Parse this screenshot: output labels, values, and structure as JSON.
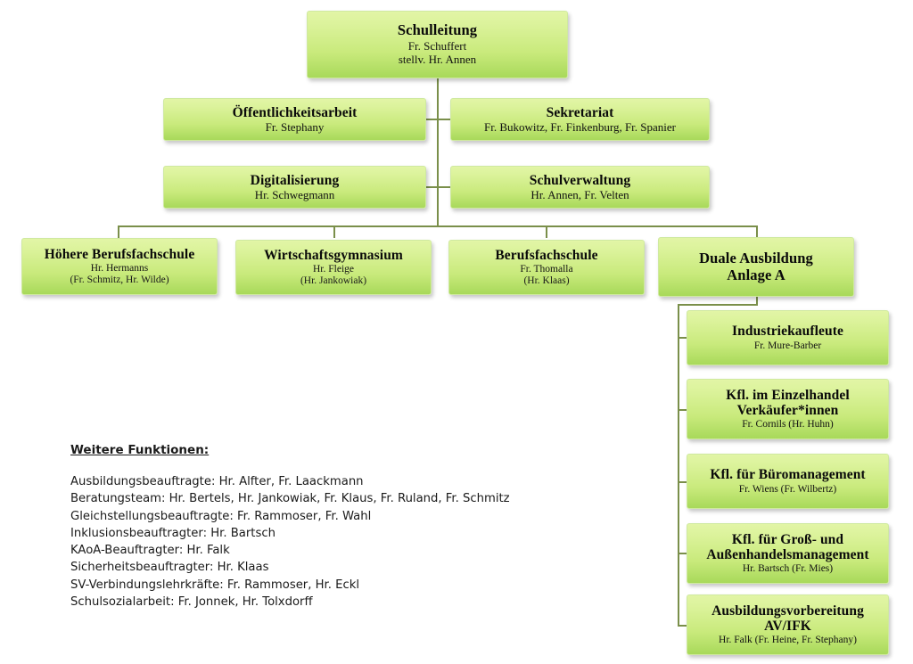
{
  "chart_data": {
    "type": "diagram",
    "title": "Organigramm Schulleitung",
    "accent_color": "#a8d95a",
    "line_color": "#7a8f4a"
  },
  "nodes": {
    "schulleitung": {
      "title": "Schulleitung",
      "sub": "Fr. Schuffert",
      "sub2": "stellv. Hr. Annen"
    },
    "oeffentlichkeitsarbeit": {
      "title": "Öffentlichkeitsarbeit",
      "sub": "Fr. Stephany"
    },
    "sekretariat": {
      "title": "Sekretariat",
      "sub": "Fr. Bukowitz, Fr. Finkenburg, Fr. Spanier"
    },
    "digitalisierung": {
      "title": "Digitalisierung",
      "sub": "Hr. Schwegmann"
    },
    "schulverwaltung": {
      "title": "Schulverwaltung",
      "sub": "Hr. Annen, Fr. Velten"
    },
    "hoehere_berufsfachschule": {
      "title": "Höhere Berufsfachschule",
      "sub": "Hr. Hermanns",
      "sub2": "(Fr. Schmitz, Hr. Wilde)"
    },
    "wirtschaftsgymnasium": {
      "title": "Wirtschaftsgymnasium",
      "sub": "Hr. Fleige",
      "sub2": "(Hr. Jankowiak)"
    },
    "berufsfachschule": {
      "title": "Berufsfachschule",
      "sub": "Fr. Thomalla",
      "sub2": "(Hr. Klaas)"
    },
    "duale_ausbildung": {
      "title": "Duale Ausbildung",
      "title2": "Anlage A"
    },
    "industriekaufleute": {
      "title": "Industriekaufleute",
      "sub": "Fr. Mure-Barber"
    },
    "einzelhandel": {
      "title": "Kfl. im Einzelhandel",
      "title2": "Verkäufer*innen",
      "sub": "Fr. Cornils (Hr. Huhn)"
    },
    "bueromanagement": {
      "title": "Kfl. für Büromanagement",
      "sub": "Fr. Wiens (Fr. Wilbertz)"
    },
    "grosshandel": {
      "title": "Kfl. für Groß- und",
      "title2": "Außenhandelsmanagement",
      "sub": "Hr. Bartsch (Fr. Mies)"
    },
    "ausbildungsvorbereitung": {
      "title": "Ausbildungsvorbereitung",
      "title2": "AV/IFK",
      "sub": "Hr. Falk (Fr. Heine, Fr. Stephany)"
    }
  },
  "notes": {
    "heading": "Weitere Funktionen:",
    "items": [
      "Ausbildungsbeauftragte: Hr. Alfter, Fr. Laackmann",
      "Beratungsteam: Hr. Bertels, Hr. Jankowiak, Fr. Klaus, Fr. Ruland, Fr. Schmitz",
      "Gleichstellungsbeauftragte: Fr. Rammoser, Fr. Wahl",
      "Inklusionsbeauftragter: Hr. Bartsch",
      "KAoA-Beauftragter: Hr. Falk",
      "Sicherheitsbeauftragter: Hr. Klaas",
      "SV-Verbindungslehrkräfte: Fr. Rammoser, Hr. Eckl",
      "Schulsozialarbeit: Fr. Jonnek, Hr. Tolxdorff"
    ]
  }
}
